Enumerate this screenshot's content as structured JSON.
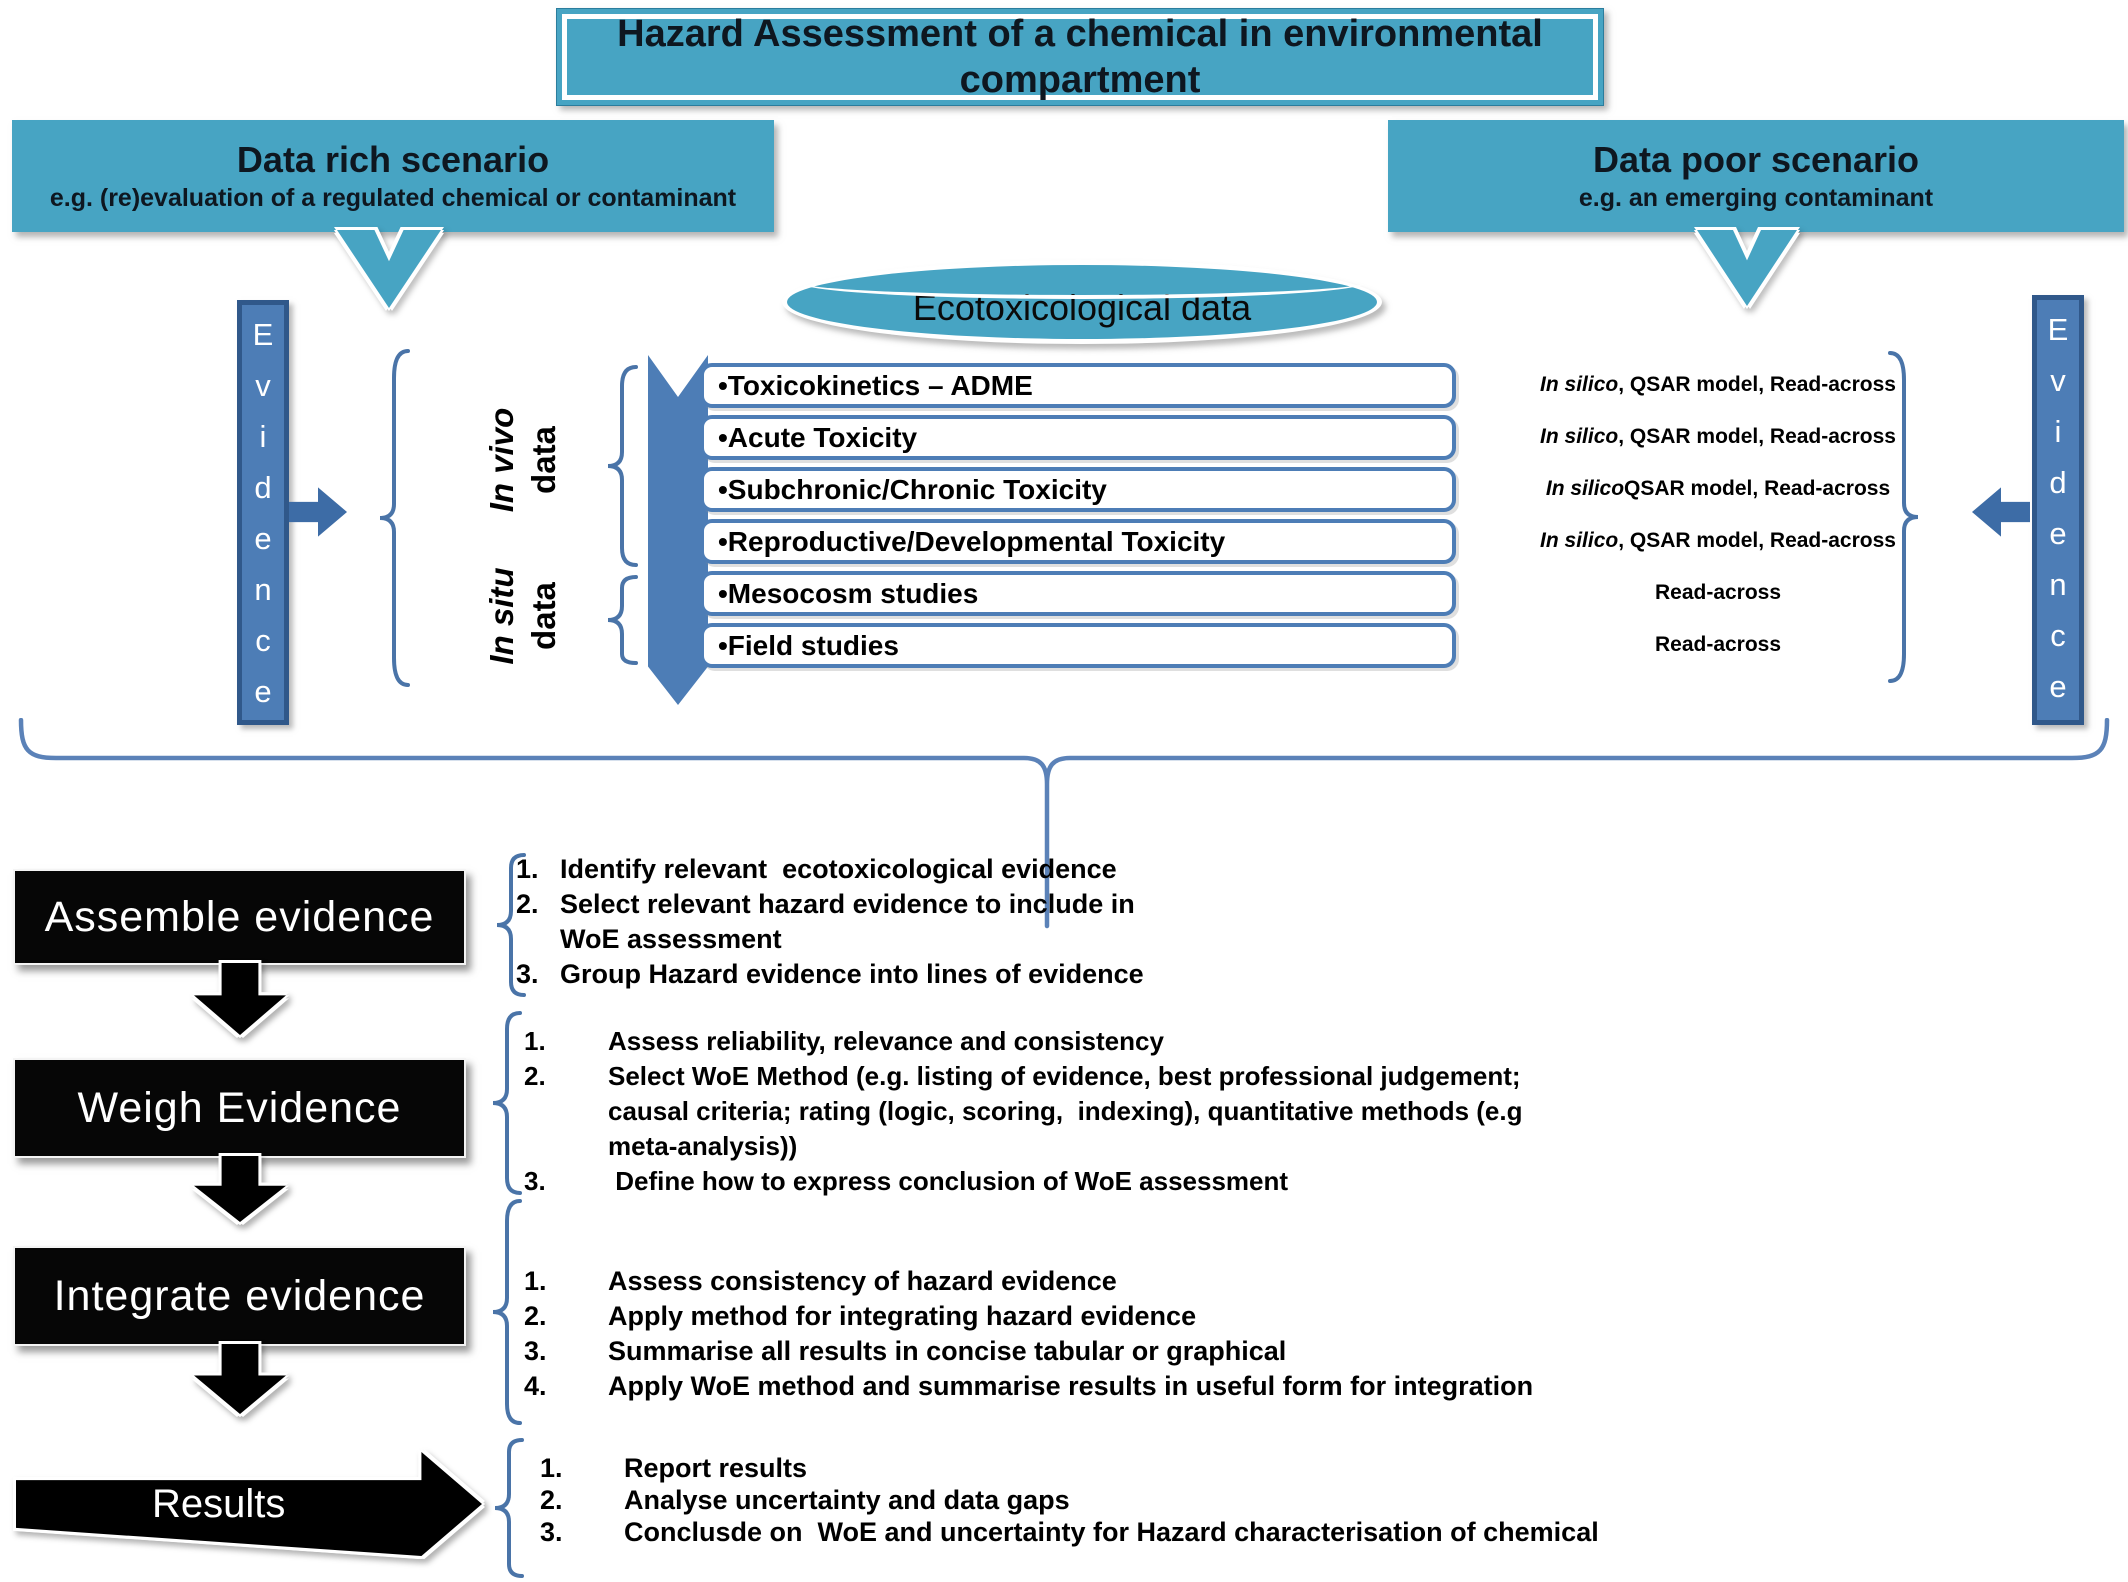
{
  "title": "Hazard Assessment of a chemical in environmental compartment",
  "scenarios": {
    "rich": {
      "heading": "Data rich scenario",
      "subtitle": "e.g. (re)evaluation of a regulated chemical or contaminant"
    },
    "poor": {
      "heading": "Data poor scenario",
      "subtitle": "e.g. an emerging contaminant"
    }
  },
  "ecotox": {
    "label": "Ecotoxicological data"
  },
  "evidence": {
    "left": "Evidence",
    "right": "Evidence"
  },
  "data_groups": {
    "in_vivo": {
      "italic": "In vivo",
      "rest": "data"
    },
    "in_situ": {
      "italic": "In situ",
      "rest": "data"
    }
  },
  "study_items": [
    {
      "label": "•Toxicokinetics – ADME"
    },
    {
      "label": "•Acute Toxicity"
    },
    {
      "label": "•Subchronic/Chronic Toxicity"
    },
    {
      "label": "•Reproductive/Developmental Toxicity"
    },
    {
      "label": "•Mesocosm studies"
    },
    {
      "label": "•Field studies"
    }
  ],
  "alternatives": [
    {
      "italic": "In silico",
      "rest": ", QSAR model, Read-across"
    },
    {
      "italic": "In silico",
      "rest": ", QSAR model, Read-across"
    },
    {
      "italic": "In silico",
      "rest": " QSAR model, Read-across"
    },
    {
      "italic": "In silico",
      "rest": ", QSAR model, Read-across"
    },
    {
      "italic": "",
      "rest": "Read-across"
    },
    {
      "italic": "",
      "rest": "Read-across"
    }
  ],
  "stages": [
    {
      "label": "Assemble evidence",
      "steps": [
        {
          "num": "1.",
          "text": "Identify relevant  ecotoxicological evidence"
        },
        {
          "num": "2.",
          "text": "Select relevant hazard evidence to include in\nWoE assessment"
        },
        {
          "num": "3.",
          "text": "Group Hazard evidence into lines of evidence"
        }
      ]
    },
    {
      "label": "Weigh Evidence",
      "steps": [
        {
          "num": "1.",
          "text": "Assess reliability, relevance and consistency"
        },
        {
          "num": "2.",
          "text": "Select WoE Method (e.g. listing of evidence, best professional judgement;\ncausal criteria; rating (logic, scoring,  indexing), quantitative methods (e.g\nmeta-analysis))"
        },
        {
          "num": "3.",
          "text": " Define how to express conclusion of WoE assessment"
        }
      ]
    },
    {
      "label": "Integrate evidence",
      "steps": [
        {
          "num": "1.",
          "text": "Assess consistency of hazard evidence"
        },
        {
          "num": "2.",
          "text": "Apply method for integrating hazard evidence"
        },
        {
          "num": "3.",
          "text": "Summarise all results in concise tabular or graphical"
        },
        {
          "num": "4.",
          "text": "Apply WoE method and summarise results in useful form for integration"
        }
      ]
    },
    {
      "label": "Results",
      "steps": [
        {
          "num": "1.",
          "text": "Report results"
        },
        {
          "num": "2.",
          "text": "Analyse uncertainty and data gaps"
        },
        {
          "num": "3.",
          "text": "Conclusde on  WoE and uncertainty for Hazard characterisation of chemical"
        }
      ]
    }
  ],
  "colors": {
    "teal": "#47a4c3",
    "blue": "#4d7db6",
    "blue_dark": "#30588a",
    "brace": "#4a74a8",
    "black": "#060606"
  }
}
